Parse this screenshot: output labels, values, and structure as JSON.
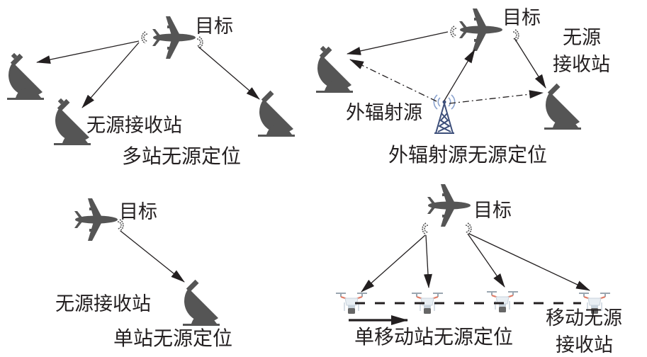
{
  "colors": {
    "icon_gray": "#555555",
    "line": "#231f20",
    "tower": "#3d4f7a",
    "tower_wave": "#8aa3cf",
    "drone_body": "#e8eef3",
    "drone_accent": "#e07b66"
  },
  "panels": {
    "multi_station": {
      "target_label": "目标",
      "receiver_label": "无源接收站",
      "caption": "多站无源定位"
    },
    "external_source": {
      "target_label": "目标",
      "receiver_label_line1": "无源",
      "receiver_label_line2": "接收站",
      "source_label": "外辐射源",
      "caption": "外辐射源无源定位"
    },
    "single_station": {
      "target_label": "目标",
      "receiver_label": "无源接收站",
      "caption": "单站无源定位"
    },
    "single_mobile": {
      "target_label": "目标",
      "receiver_label_line1": "移动无源",
      "receiver_label_line2": "接收站",
      "caption": "单移动站无源定位"
    }
  },
  "icons": {
    "target": "airplane-icon",
    "receiver": "satellite-dish-icon",
    "source": "radio-tower-icon",
    "mobile_receiver": "drone-icon",
    "emission": "signal-wave-icon",
    "motion": "motion-arrow-icon"
  }
}
